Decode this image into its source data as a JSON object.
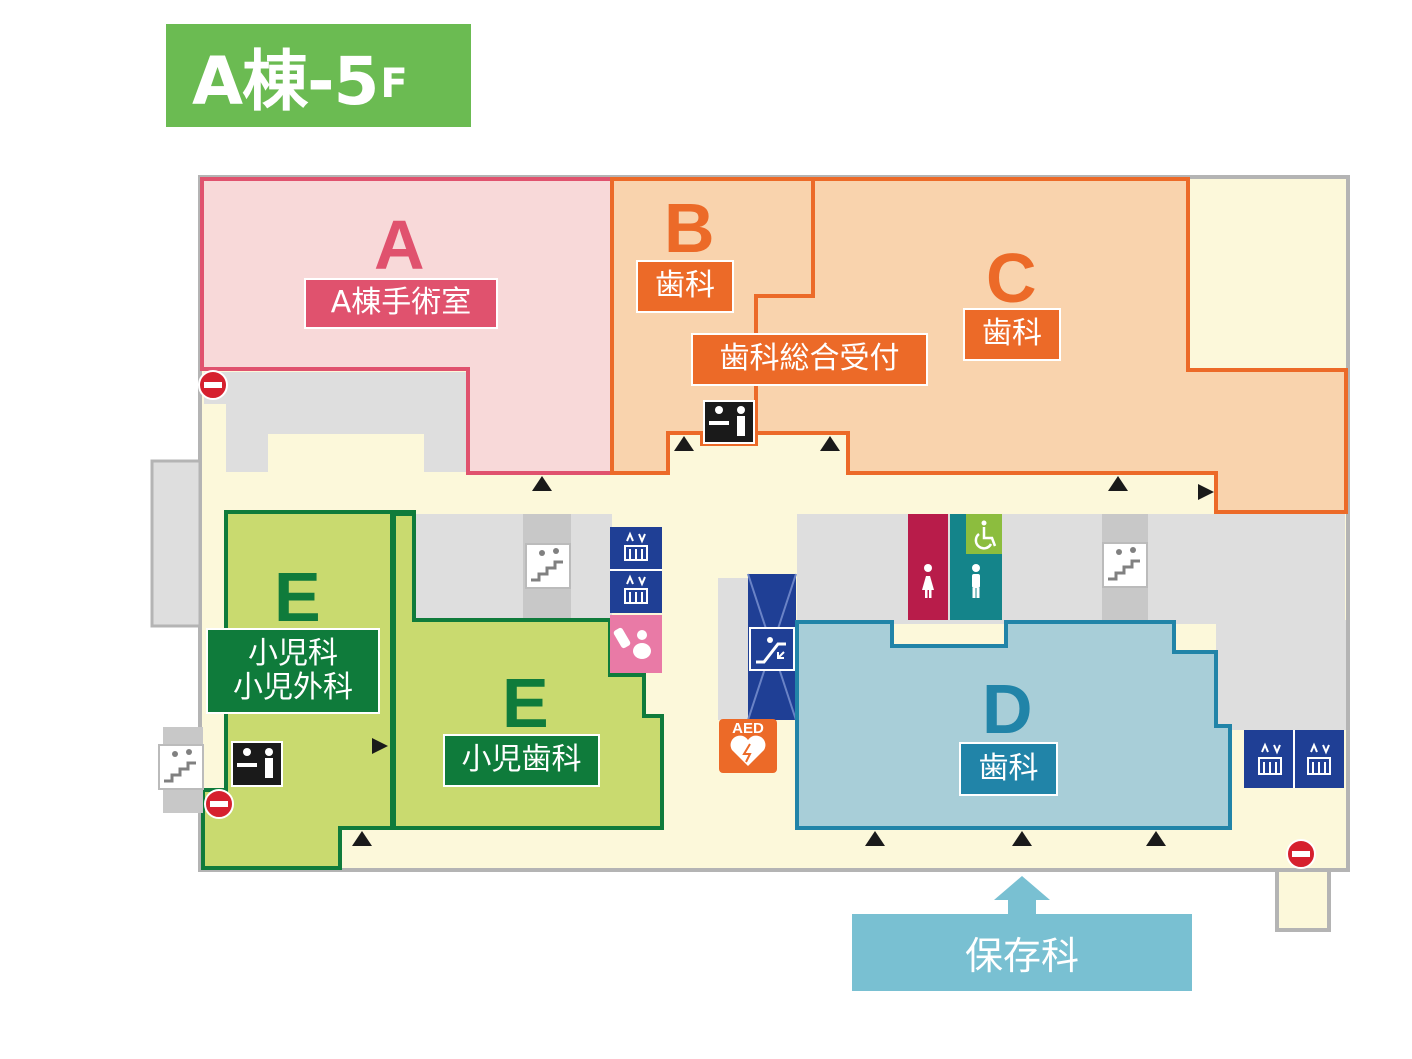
{
  "title": {
    "main": "A棟-5",
    "floor": "F"
  },
  "zones": {
    "A": {
      "letter": "A",
      "label": "A棟手術室"
    },
    "B": {
      "letter": "B",
      "label": "歯科",
      "reception": "歯科総合受付"
    },
    "C": {
      "letter": "C",
      "label": "歯科"
    },
    "D": {
      "letter": "D",
      "label": "歯科"
    },
    "E1": {
      "letter": "E",
      "label_line1": "小児科",
      "label_line2": "小児外科"
    },
    "E2": {
      "letter": "E",
      "label": "小児歯科"
    }
  },
  "entrance": {
    "label": "保存科"
  },
  "aed": {
    "label": "AED"
  },
  "colors": {
    "title_green": "#6bbb52",
    "zone_a_fill": "#f8d9d9",
    "zone_a_accent": "#e0526e",
    "zone_bc_fill": "#f9d3ad",
    "zone_bc_accent": "#ec6a28",
    "zone_d_fill": "#a8ced8",
    "zone_d_accent": "#2184a8",
    "zone_e_fill": "#c9da6f",
    "zone_e_accent": "#0f7b3b",
    "corridor": "#fcf8da",
    "service": "#dedede",
    "entrance_box": "#79c0d2",
    "elevator": "#1f3f95",
    "nursery": "#e97aa6",
    "restroom_female": "#b81c4a",
    "restroom_male": "#14848a",
    "accessible": "#8cbd3e",
    "no_entry": "#d6202e",
    "aed": "#ec6a28"
  },
  "icons": [
    "escalator-icon",
    "elevator-icon",
    "reception-icon",
    "stairs-icon",
    "nursery-icon",
    "female-restroom-icon",
    "male-restroom-icon",
    "accessible-icon",
    "no-entry-icon",
    "aed-icon",
    "direction-arrow-icon"
  ]
}
